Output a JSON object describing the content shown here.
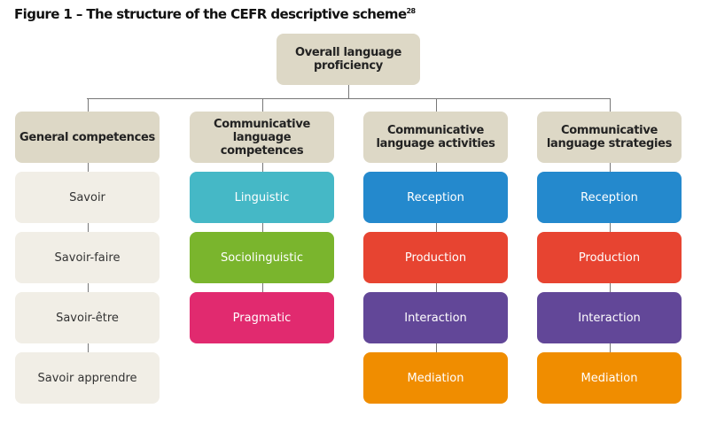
{
  "title": {
    "text": "Figure 1 – The structure of the CEFR descriptive scheme",
    "footnote": "28"
  },
  "root": {
    "label_line1": "Overall language",
    "label_line2": "proficiency"
  },
  "columns": [
    {
      "line1": "General competences",
      "line2": "",
      "children": [
        {
          "label": "Savoir",
          "color": "#f1eee6",
          "text_color": "#333333"
        },
        {
          "label": "Savoir-faire",
          "color": "#f1eee6",
          "text_color": "#333333"
        },
        {
          "label": "Savoir-être",
          "color": "#f1eee6",
          "text_color": "#333333"
        },
        {
          "label": "Savoir apprendre",
          "color": "#f1eee6",
          "text_color": "#333333"
        }
      ]
    },
    {
      "line1": "Communicative",
      "line2": "language competences",
      "children": [
        {
          "label": "Linguistic",
          "color": "#45b8c6",
          "text_color": "#ffffff"
        },
        {
          "label": "Sociolinguistic",
          "color": "#7ab52d",
          "text_color": "#ffffff"
        },
        {
          "label": "Pragmatic",
          "color": "#e12a6f",
          "text_color": "#ffffff"
        }
      ]
    },
    {
      "line1": "Communicative",
      "line2": "language activities",
      "children": [
        {
          "label": "Reception",
          "color": "#2489cd",
          "text_color": "#ffffff"
        },
        {
          "label": "Production",
          "color": "#e74431",
          "text_color": "#ffffff"
        },
        {
          "label": "Interaction",
          "color": "#624798",
          "text_color": "#ffffff"
        },
        {
          "label": "Mediation",
          "color": "#f08d00",
          "text_color": "#ffffff"
        }
      ]
    },
    {
      "line1": "Communicative",
      "line2": "language strategies",
      "children": [
        {
          "label": "Reception",
          "color": "#2489cd",
          "text_color": "#ffffff"
        },
        {
          "label": "Production",
          "color": "#e74431",
          "text_color": "#ffffff"
        },
        {
          "label": "Interaction",
          "color": "#624798",
          "text_color": "#ffffff"
        },
        {
          "label": "Mediation",
          "color": "#f08d00",
          "text_color": "#ffffff"
        }
      ]
    }
  ]
}
